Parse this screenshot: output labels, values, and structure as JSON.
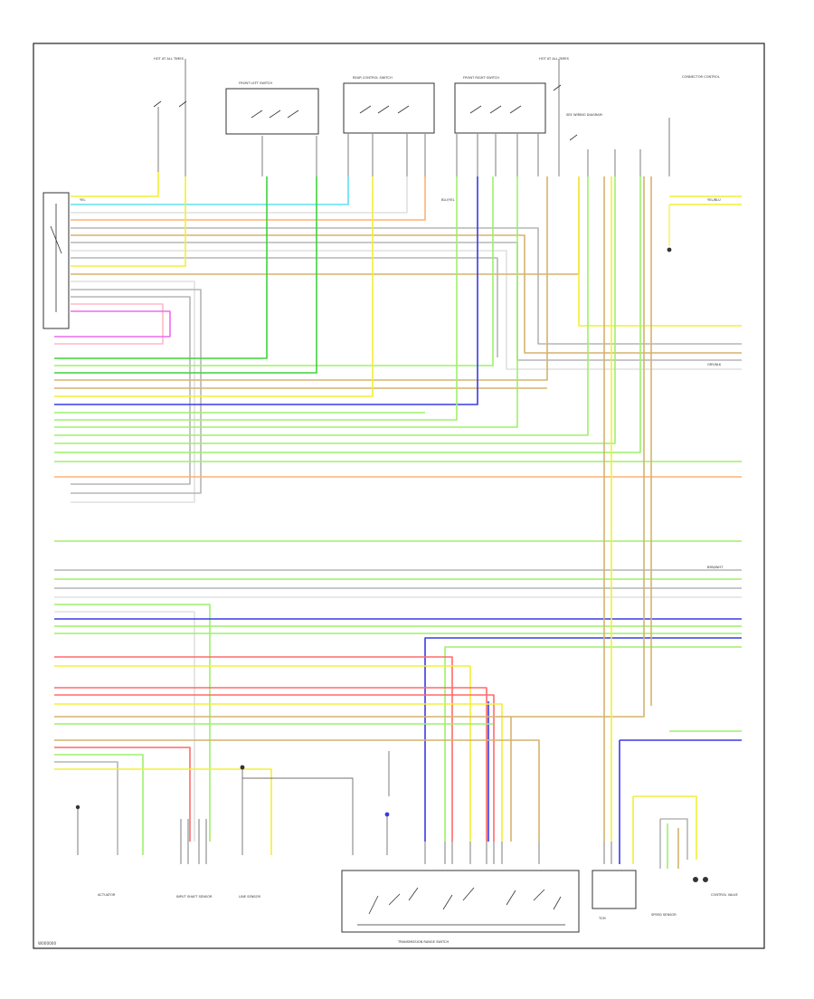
{
  "diagram_code": "W000000",
  "colors": {
    "yel": "#f2ef38",
    "lgrn": "#9ef06a",
    "grn": "#3ed33a",
    "blu": "#3a3ae6",
    "red": "#ff6a6a",
    "org": "#ffb072",
    "gry": "#b5b5b5",
    "vio": "#ee6cee",
    "pnk": "#ffb8c8",
    "tan": "#d6b26e",
    "cyan": "#5ee0ee",
    "wht": "#e0e0e0",
    "blk": "#444444",
    "frame": "#222222"
  },
  "top_labels": {
    "hot_fuse_left": "HOT AT ALL TIMES",
    "hot_fuse_right": "HOT AT ALL TIMES",
    "switch_1": "FRONT LEFT SWITCH",
    "switch_2": "REAR CONTROL SWITCH",
    "switch_3": "FRONT RIGHT SWITCH",
    "connector_note": "CONNECTOR CONTROL",
    "see_note": "SEE WIRING DIAGRAM"
  },
  "bottom_labels": {
    "comp_1": "ACTUATOR",
    "comp_2": "INPUT SHAFT SENSOR",
    "comp_3": "LINE SENSOR",
    "comp_4": "TRANSMISSION RANGE SWITCH",
    "comp_5": "TCM",
    "comp_6": "SPEED SENSOR",
    "comp_7": "CONTROL VALVE"
  },
  "wire_tags": {
    "left_first": "YEL",
    "mid_first": "BLU/YEL",
    "right_first": "YEL/BLU",
    "right_mid": "GRY/BLK",
    "right_lower": "BRN/WHT"
  }
}
